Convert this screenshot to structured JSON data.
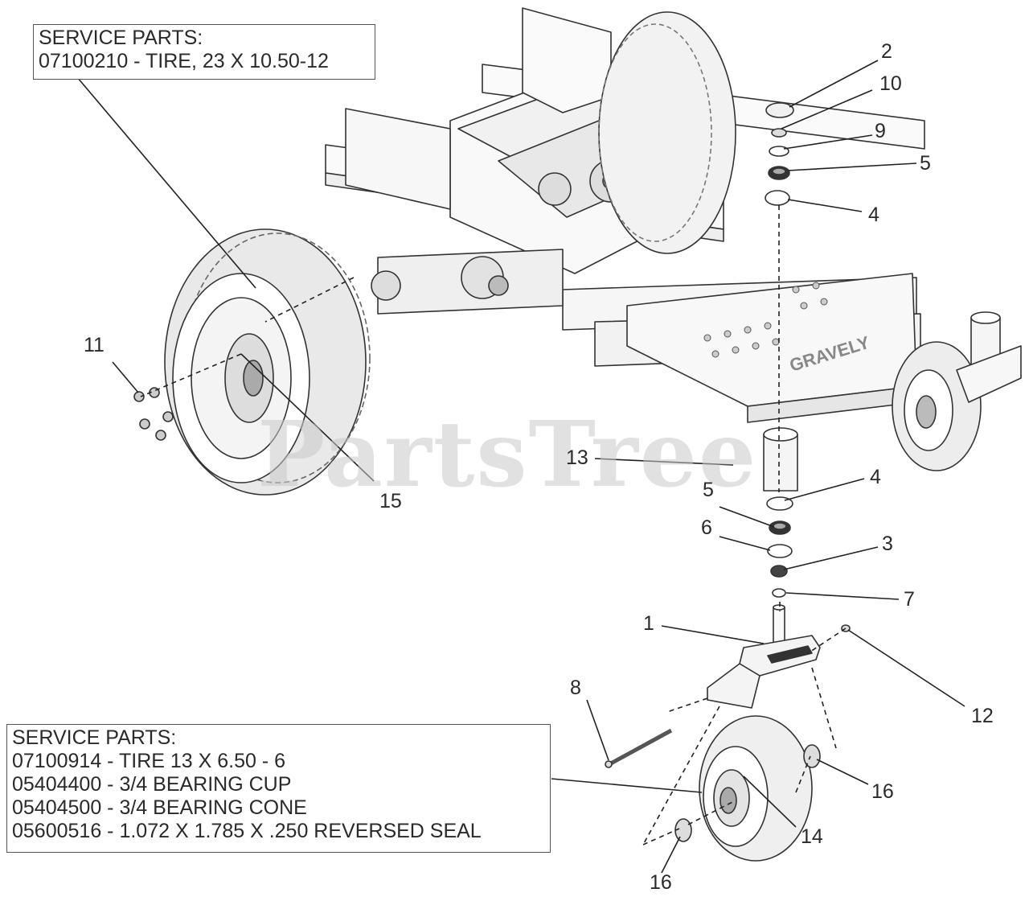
{
  "watermark": "PartsTree",
  "brand_mark": "GRAVELY",
  "service_boxes": {
    "top": {
      "heading": "SERVICE PARTS:",
      "lines": [
        "07100210 - TIRE, 23 X 10.50-12"
      ]
    },
    "bottom": {
      "heading": "SERVICE PARTS:",
      "lines": [
        "07100914 - TIRE 13 X 6.50 - 6",
        "05404400 - 3/4 BEARING CUP",
        "05404500 - 3/4 BEARING CONE",
        "05600516 - 1.072 X 1.785 X .250 REVERSED SEAL"
      ]
    }
  },
  "callouts": {
    "c2": "2",
    "c10": "10",
    "c9": "9",
    "c5a": "5",
    "c4a": "4",
    "c11": "11",
    "c15": "15",
    "c13": "13",
    "c4b": "4",
    "c5b": "5",
    "c6": "6",
    "c3": "3",
    "c7": "7",
    "c1": "1",
    "c8": "8",
    "c12": "12",
    "c16a": "16",
    "c14": "14",
    "c16b": "16"
  }
}
